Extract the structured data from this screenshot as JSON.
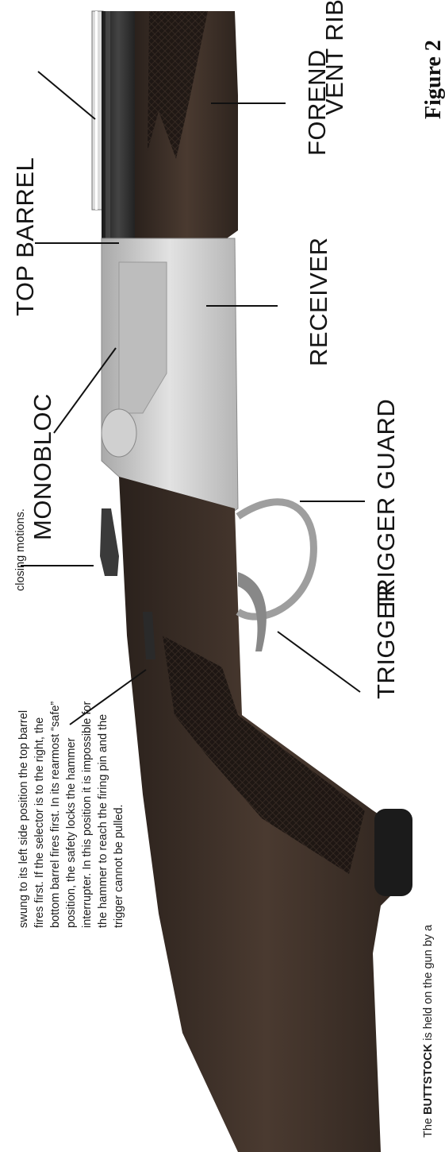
{
  "labels": {
    "vent_rib": "VENT RIB",
    "forend": "FOREND",
    "top_barrel": "TOP BARREL",
    "receiver": "RECEIVER",
    "monobloc": "MONOBLOC",
    "trigger_guard": "TRIGGER GUARD",
    "trigger": "TRIGGER"
  },
  "figure_caption": "Figure 2",
  "safety_text": {
    "line0": "closing motions.",
    "line1": "swung to its left side position the top barrel",
    "line2": "fires first. If the selector is to the right, the",
    "line3": "bottom barrel fires first. In its rearmost “safe”",
    "line4": "position, the safety locks the hammer",
    "line5": "interrupter. In this position it is impossible for",
    "line6": "the hammer to reach the firing pin and the",
    "line7": "trigger cannot be pulled."
  },
  "buttstock_text": {
    "prefix": "The ",
    "term": "BUTTSTOCK",
    "rest": " is held on the gun by a"
  },
  "colors": {
    "wood": "#3c2e26",
    "wood_dark": "#1f1814",
    "steel": "#c9c9c9",
    "barrel": "#2a2a2a"
  }
}
